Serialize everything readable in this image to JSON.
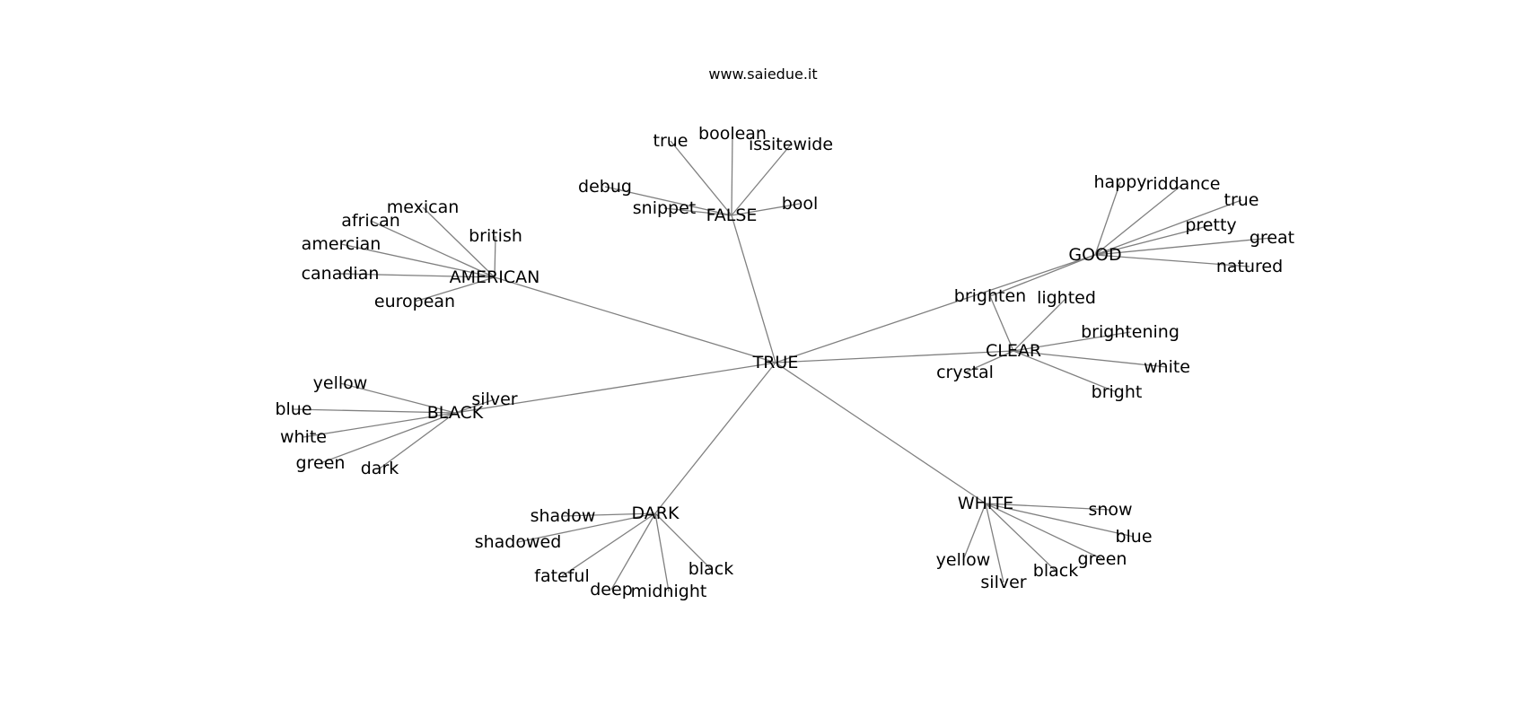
{
  "site": "www.saiedue.it",
  "colors": {
    "edge": "#808080",
    "text": "#000000",
    "background": "#ffffff"
  },
  "graph": {
    "root": "TRUE",
    "hubs": [
      {
        "id": "FALSE",
        "label": "FALSE",
        "leaves": [
          "true",
          "boolean",
          "issitewide",
          "debug",
          "snippet",
          "bool"
        ]
      },
      {
        "id": "AMERICAN",
        "label": "AMERICAN",
        "leaves": [
          "mexican",
          "african",
          "british",
          "amercian",
          "canadian",
          "european"
        ]
      },
      {
        "id": "GOOD",
        "label": "GOOD",
        "leaves": [
          "happy",
          "riddance",
          "true",
          "pretty",
          "great",
          "natured"
        ]
      },
      {
        "id": "CLEAR",
        "label": "CLEAR",
        "leaves": [
          "brighten",
          "lighted",
          "brightening",
          "crystal",
          "white",
          "bright"
        ]
      },
      {
        "id": "BLACK",
        "label": "BLACK",
        "leaves": [
          "yellow",
          "silver",
          "blue",
          "white",
          "green",
          "dark"
        ]
      },
      {
        "id": "DARK",
        "label": "DARK",
        "leaves": [
          "shadow",
          "shadowed",
          "fateful",
          "deep",
          "midnight",
          "black"
        ]
      },
      {
        "id": "WHITE",
        "label": "WHITE",
        "leaves": [
          "snow",
          "blue",
          "yellow",
          "green",
          "black",
          "silver"
        ]
      }
    ],
    "extra_edges": [
      {
        "from": "GOOD",
        "to": "CLEAR.brighten"
      }
    ]
  }
}
